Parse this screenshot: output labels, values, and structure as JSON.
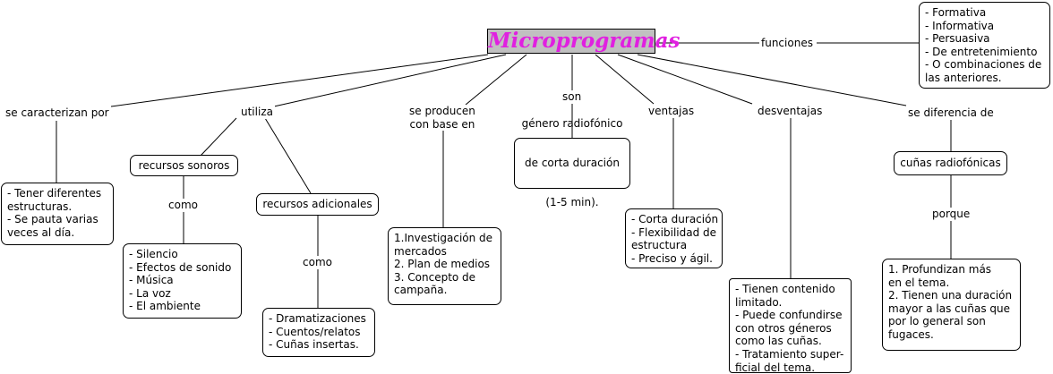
{
  "root": "Microprogramas",
  "links": {
    "funciones": "funciones",
    "caracterizan": "se caracterizan por",
    "utiliza": "utiliza",
    "producen": "se producen\ncon base en",
    "son": "son",
    "ventajas": "ventajas",
    "desventajas": "desventajas",
    "diferencia": "se diferencia de",
    "como1": "como",
    "como2": "como",
    "porque": "porque"
  },
  "nodes": {
    "funciones": [
      "- Formativa",
      "- Informativa",
      "- Persuasiva",
      "- De entretenimiento",
      "- O combinaciones de",
      "las anteriores."
    ],
    "caracteristicas": [
      "- Tener diferentes",
      "estructuras.",
      "- Se pauta varias",
      "veces al día."
    ],
    "recursos_sonoros": "recursos sonoros",
    "recursos_adicionales": "recursos adicionales",
    "sonoros_lista": [
      "- Silencio",
      "- Efectos de sonido",
      "- Música",
      "- La voz",
      "- El ambiente"
    ],
    "adicionales_lista": [
      "- Dramatizaciones",
      "- Cuentos/relatos",
      "- Cuñas insertas."
    ],
    "base": [
      "1.Investigación de",
      "mercados",
      "2. Plan de medios",
      "3. Concepto de",
      "campaña."
    ],
    "genero": [
      "género radiofónico",
      "de corta duración",
      "(1-5 min)."
    ],
    "ventajas": [
      "- Corta duración",
      "- Flexibilidad de",
      "estructura",
      "- Preciso y ágil."
    ],
    "desventajas": [
      "- Tienen contenido",
      "limitado.",
      "- Puede confundirse",
      "con otros géneros",
      "como las cuñas.",
      "- Tratamiento super-",
      "ficial del tema."
    ],
    "cunas": "cuñas radiofónicas",
    "razones": [
      "1. Profundizan más",
      "en el tema.",
      "2. Tienen una duración",
      "mayor a las cuñas que",
      "por lo general son",
      "fugaces."
    ]
  }
}
